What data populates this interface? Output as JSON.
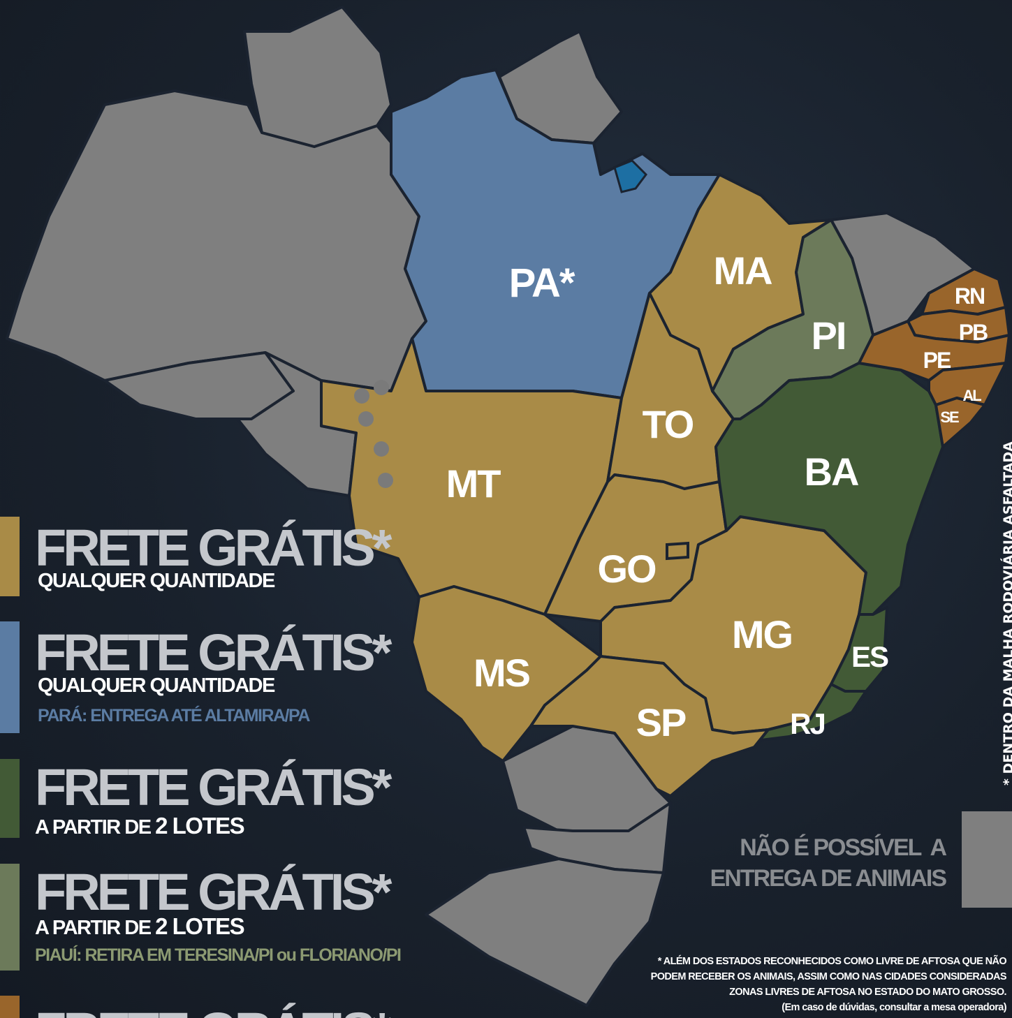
{
  "colors": {
    "gold": "#a98b47",
    "blue": "#5b7ca3",
    "dark_green": "#425a36",
    "sage": "#6c7a5a",
    "rust": "#99652b",
    "gray": "#7f7f7f"
  },
  "states": {
    "PA": "PA*",
    "MA": "MA",
    "PI": "PI",
    "RN": "RN",
    "PB": "PB",
    "PE": "PE",
    "AL": "AL",
    "SE": "SE",
    "TO": "TO",
    "BA": "BA",
    "MT": "MT",
    "GO": "GO",
    "MG": "MG",
    "ES": "ES",
    "MS": "MS",
    "SP": "SP",
    "RJ": "RJ"
  },
  "legend": [
    {
      "title": "FRETE GRÁTIS*",
      "sub": "QUALQUER QUANTIDADE",
      "note": ""
    },
    {
      "title": "FRETE GRÁTIS*",
      "sub": "QUALQUER QUANTIDADE",
      "note": "PARÁ: ENTREGA ATÉ ALTAMIRA/PA"
    },
    {
      "title": "FRETE GRÁTIS*",
      "sub_prefix": "A PARTIR DE ",
      "sub_bold": "2 LOTES",
      "note": ""
    },
    {
      "title": "FRETE GRÁTIS*",
      "sub_prefix": "A PARTIR DE ",
      "sub_bold": "2 LOTES",
      "note": "PIAUÍ: RETIRA EM TERESINA/PI ou FLORIANO/PI"
    },
    {
      "title": "FRETE GRÁTIS*"
    }
  ],
  "vertical_note": "* DENTRO DA MALHA RODOVIÁRIA ASFALTADA",
  "no_delivery": {
    "line1": "NÃO É POSSÍVEL  A",
    "line2": "ENTREGA DE ANIMAIS"
  },
  "footnote": {
    "line1": "* ALÉM DOS ESTADOS RECONHECIDOS COMO LIVRE DE AFTOSA QUE NÃO",
    "line2": "PODEM RECEBER OS ANIMAIS, ASSIM COMO NAS CIDADES CONSIDERADAS",
    "line3": "ZONAS LIVRES DE AFTOSA NO ESTADO DO MATO GROSSO.",
    "line4": "(Em caso de dúvidas, consultar a mesa operadora)"
  }
}
